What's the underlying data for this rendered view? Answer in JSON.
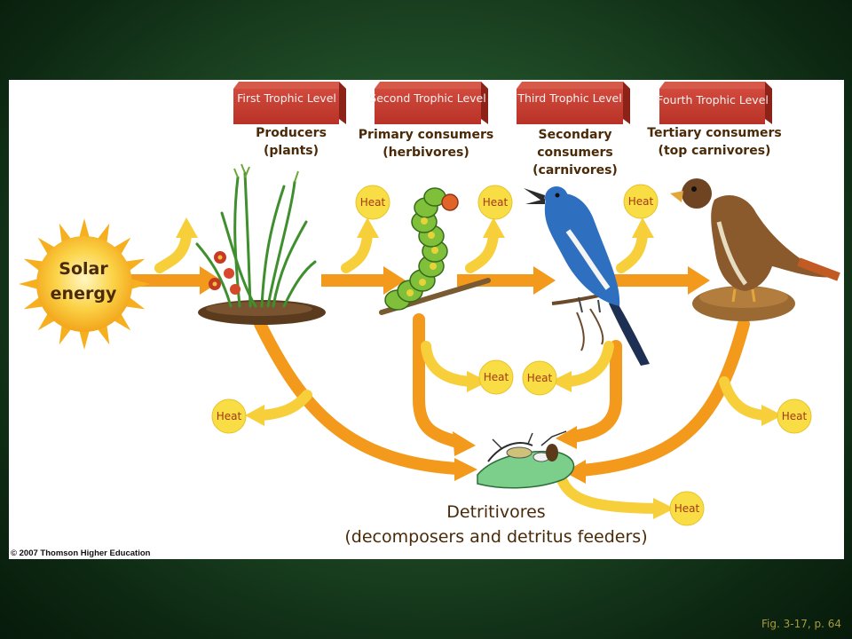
{
  "trophic_levels": [
    {
      "label": "First Trophic Level",
      "name": [
        "Producers",
        "(plants)"
      ]
    },
    {
      "label": "Second Trophic Level",
      "name": [
        "Primary consumers",
        "(herbivores)"
      ]
    },
    {
      "label": "Third Trophic Level",
      "name": [
        "Secondary",
        "consumers",
        "(carnivores)"
      ]
    },
    {
      "label": "Fourth Trophic Level",
      "name": [
        "Tertiary consumers",
        "(top carnivores)"
      ]
    }
  ],
  "sun": {
    "label": [
      "Solar",
      "energy"
    ]
  },
  "heat_label": "Heat",
  "detritivores": {
    "title": "Detritivores",
    "subtitle": "(decomposers and detritus feeders)"
  },
  "copyright": "© 2007 Thomson Higher Education",
  "figure_caption": "Fig. 3-17, p. 64",
  "colors": {
    "level_box": "#c33a2f",
    "arrow_orange": "#f39a1c",
    "arrow_yellow": "#f7cf3a",
    "heat_circle": "#f9dd45",
    "text_brown": "#4a2a08"
  }
}
